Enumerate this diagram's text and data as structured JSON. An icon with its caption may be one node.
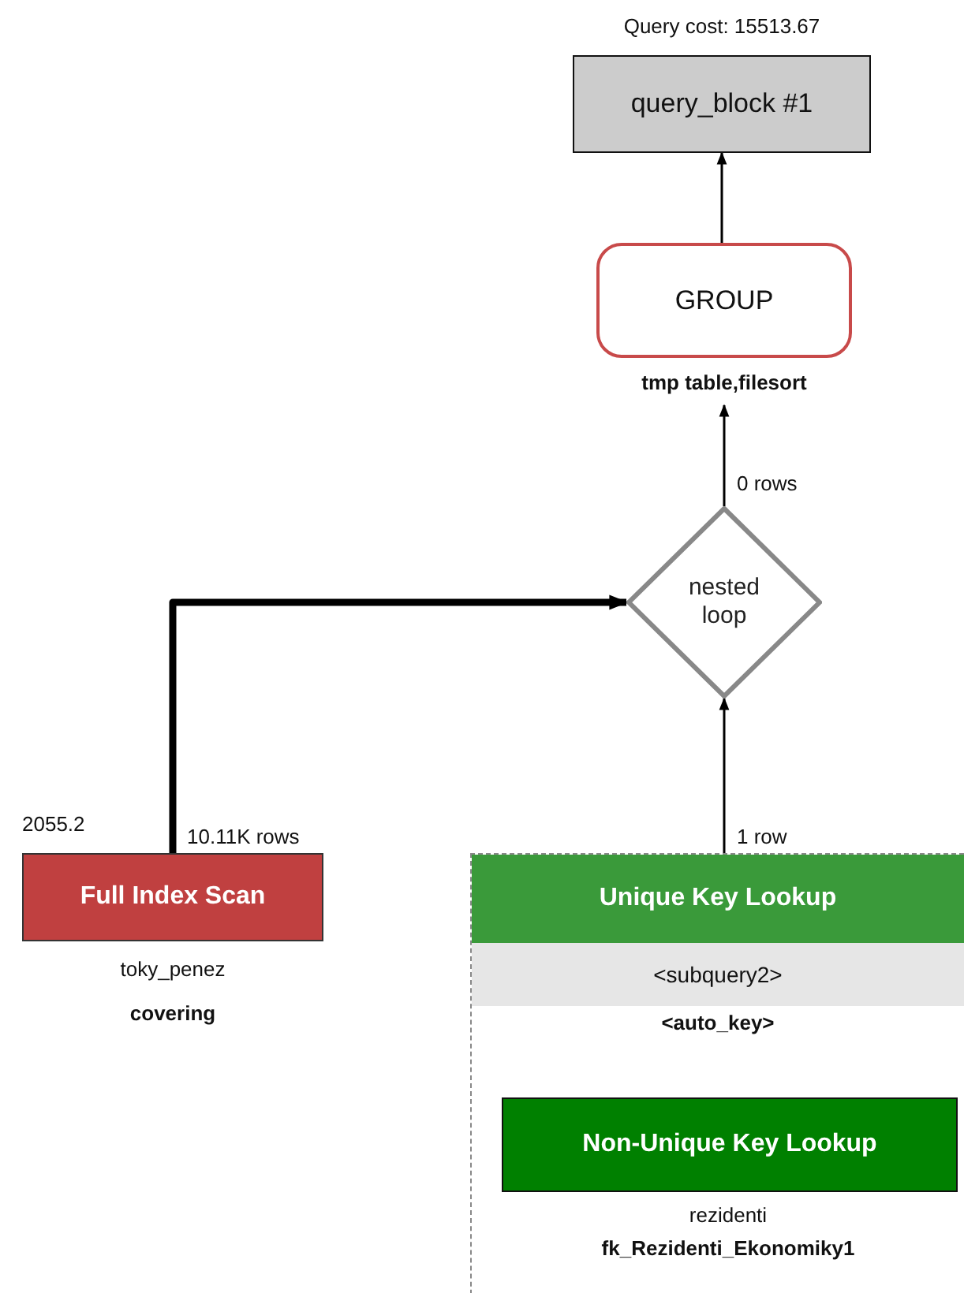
{
  "diagram": {
    "nodes": [
      {
        "text": [
          "query_block #1"
        ],
        "beside": [
          "Query cost: 15513.67"
        ]
      },
      {
        "text": [
          "GROUP"
        ],
        "beside": [
          "tmp table,filesort"
        ]
      },
      {
        "text": [
          "nested loop"
        ]
      },
      {
        "text": [
          "Full Index Scan"
        ],
        "beside": [
          "2055.2",
          "toky_penez",
          "covering"
        ]
      },
      {
        "text": [
          "Unique Key Lookup",
          "<subquery2>",
          "<auto_key>"
        ]
      },
      {
        "text": [
          "Non-Unique Key Lookup"
        ],
        "in": 4,
        "beside": [
          "rezidenti",
          "fk_Rezidenti_Ekonomiky1"
        ]
      }
    ],
    "edges": [
      {
        "from": 1,
        "to": 0,
        "arrow": "to"
      },
      {
        "from": 2,
        "to": 1,
        "arrow": "to",
        "label": "0 rows"
      },
      {
        "from": 3,
        "to": 2,
        "arrow": "to",
        "label": "10.11K rows",
        "style": "thick"
      },
      {
        "from": 4,
        "to": 2,
        "arrow": "to",
        "label": "1 row"
      }
    ]
  }
}
